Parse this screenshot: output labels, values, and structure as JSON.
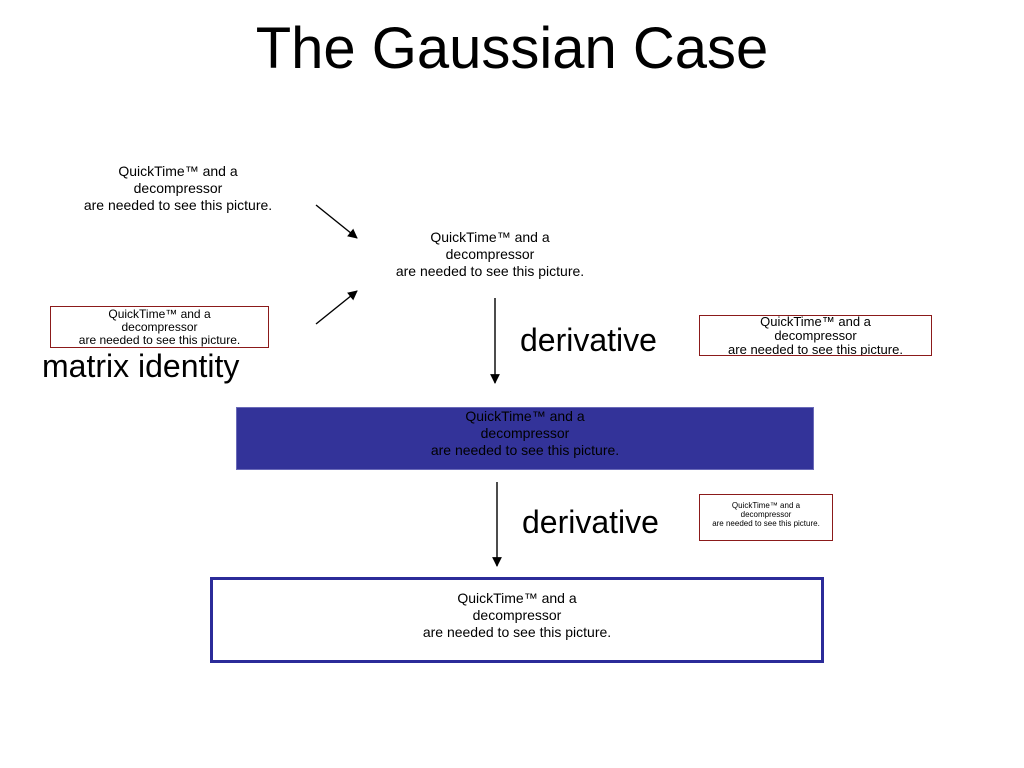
{
  "title": "The Gaussian Case",
  "placeholder": {
    "line1": "QuickTime™ and a",
    "line2": "decompressor",
    "line3": "are needed to see this picture."
  },
  "labels": {
    "matrix_identity": "matrix identity",
    "derivative_1": "derivative",
    "derivative_2": "derivative"
  },
  "colors": {
    "placeholder_border_red": "#8b1a1a",
    "highlight_fill_blue": "#333399",
    "box_border_blue": "#2b2b99"
  }
}
